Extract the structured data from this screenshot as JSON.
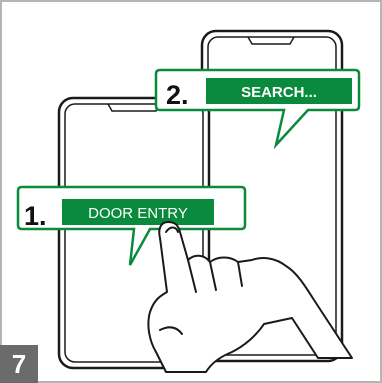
{
  "colors": {
    "frame": "#b5b5b5",
    "callout_border": "#0a8a3c",
    "label_fill": "#0a8a3c",
    "label_text": "#ffffff",
    "badge_fill": "#6b6b6b"
  },
  "step": "7",
  "callouts": [
    {
      "number": "1.",
      "label": "DOOR ENTRY"
    },
    {
      "number": "2.",
      "label": "SEARCH..."
    }
  ],
  "icons": [
    "phone-back-outline",
    "phone-front-outline",
    "pointing-hand"
  ]
}
